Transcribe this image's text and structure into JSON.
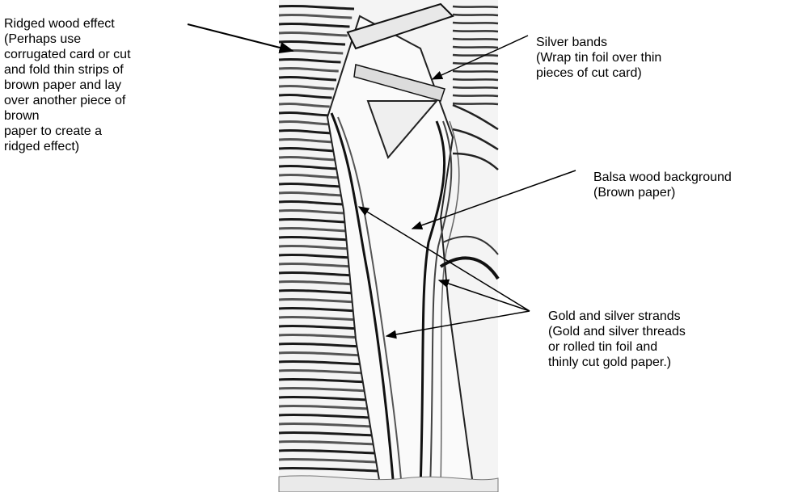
{
  "annotations": {
    "ridged_wood": {
      "lines": [
        "Ridged wood effect",
        "(Perhaps use",
        "corrugated card or cut",
        "and fold thin strips of",
        "brown paper and lay",
        "over another piece of",
        "brown",
        "paper to create a",
        "ridged effect)"
      ]
    },
    "silver_bands": {
      "lines": [
        "Silver bands",
        "(Wrap tin foil over thin",
        "pieces of cut card)"
      ]
    },
    "balsa_background": {
      "lines": [
        "Balsa wood background",
        "(Brown paper)"
      ]
    },
    "gold_silver_strands": {
      "lines": [
        "Gold and silver strands",
        "(Gold and silver threads",
        "or rolled tin foil and",
        "thinly cut gold paper.)"
      ]
    }
  },
  "colors": {
    "line": "#000000",
    "paper": "#ffffff",
    "ink": "#1a1a1a",
    "shade": "#bdbdbd"
  }
}
